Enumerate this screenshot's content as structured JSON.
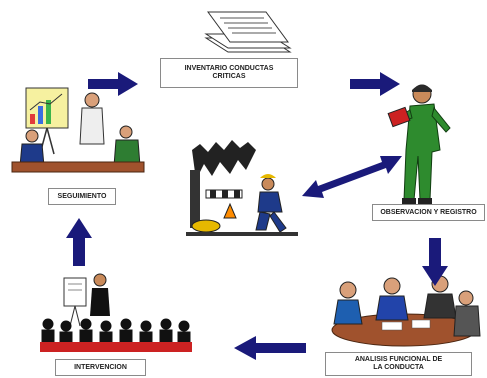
{
  "diagram": {
    "nodes": [
      {
        "id": "inventario",
        "label_lines": [
          "INVENTARIO CONDUCTAS",
          "CRITICAS"
        ],
        "icon": "document-stack-icon"
      },
      {
        "id": "observacion",
        "label_lines": [
          "OBSERVACION Y REGISTRO"
        ],
        "icon": "worker-clipboard-icon"
      },
      {
        "id": "analisis",
        "label_lines": [
          "ANALISIS FUNCIONAL DE",
          "LA CONDUCTA"
        ],
        "icon": "meeting-table-icon"
      },
      {
        "id": "intervencion",
        "label_lines": [
          "INTERVENCION"
        ],
        "icon": "audience-presentation-icon"
      },
      {
        "id": "seguimiento",
        "label_lines": [
          "SEGUIMIENTO"
        ],
        "icon": "chart-presentation-icon"
      }
    ],
    "center_icon": "mine-worker-icon",
    "colors": {
      "arrow": "#1a1a7a",
      "label_border": "#8a8a8a"
    }
  }
}
